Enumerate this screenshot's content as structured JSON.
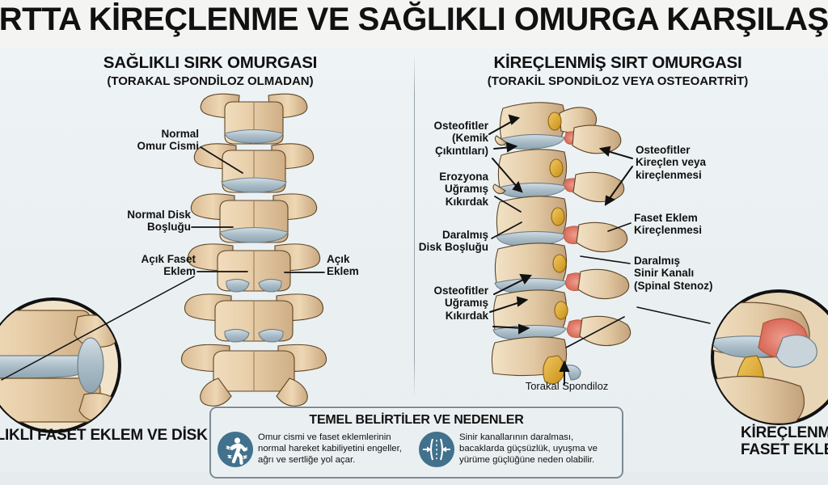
{
  "meta": {
    "language": "tr",
    "background_color": "#eef3f5",
    "accent_color": "#41718c",
    "bone_color": "#e8cfa9",
    "disc_color": "#b9c7cf",
    "nerve_color": "#e0a72c",
    "inflammation_color": "#e0867a"
  },
  "title": "SIRTTA KİREÇLENME VE SAĞLIKLI OMURGA KARŞILAŞTIRMASI",
  "sections": {
    "left": {
      "heading": "SAĞLIKLI SIRK OMURGASI",
      "subheading": "(TORAKAL SPONDİLOZ OLMADAN)",
      "labels": [
        {
          "id": "normal-vertebral-body",
          "text": "Normal\nOmur Cismi"
        },
        {
          "id": "normal-disc-space",
          "text": "Normal Disk\nBoşluğu"
        },
        {
          "id": "open-facet-joint",
          "text": "Açık Faset\nEklem"
        },
        {
          "id": "open-joint",
          "text": "Açık\nEklem"
        }
      ]
    },
    "right": {
      "heading": "KİREÇLENMİŞ SIRT OMURGASI",
      "subheading": "(TORAKİL SPONDİLOZ VEYA OSTEOARTRİT)",
      "labels": [
        {
          "id": "osteophytes-bone-spurs",
          "text": "Osteofitler\n(Kemik Çıkıntıları)"
        },
        {
          "id": "eroded-cartilage",
          "text": "Erozyona\nUğramış\nKıkırdak"
        },
        {
          "id": "narrowed-disc-space",
          "text": "Daralmış\nDisk Boşluğu"
        },
        {
          "id": "osteophytes-worn-cartilage",
          "text": "Osteofitler\nUğramış\nKıkırdak"
        },
        {
          "id": "osteophytes-calcification",
          "text": "Osteofitler\nKireçlen veya\nkireçlenmesi"
        },
        {
          "id": "facet-joint-calcification",
          "text": "Faset Eklem\nKireçlenmesi"
        },
        {
          "id": "narrowed-nerve-canal",
          "text": "Daralmış\nSinir Kanalı\n(Spinal Stenoz)"
        },
        {
          "id": "thoracic-spondylosis",
          "text": "Torakal Spondiloz"
        }
      ]
    }
  },
  "corner_callouts": {
    "left": {
      "label": "SAĞLIKLI FASET EKLEM VE DİSK",
      "visible_text": "SET EKLEM VE DİSK"
    },
    "right": {
      "label": "KİREÇLENMİŞ\nFASET EKLEM",
      "line1": "KİREÇLENMİŞ",
      "line2": "FASET EKLEM"
    }
  },
  "symptom_panel": {
    "title": "TEMEL BELİRTİLER VE NEDENLER",
    "items": [
      {
        "icon": "bent-person-pain-icon",
        "text": "Omur cismi ve faset eklemlerinin normal hareket kabiliyetini engeller, ağrı ve sertliğe yol açar."
      },
      {
        "icon": "spinal-canal-narrowing-icon",
        "text": "Sinir kanallarının daralması, bacaklarda güçsüzlük, uyuşma ve yürüme güçlüğüne neden olabilir."
      }
    ]
  }
}
